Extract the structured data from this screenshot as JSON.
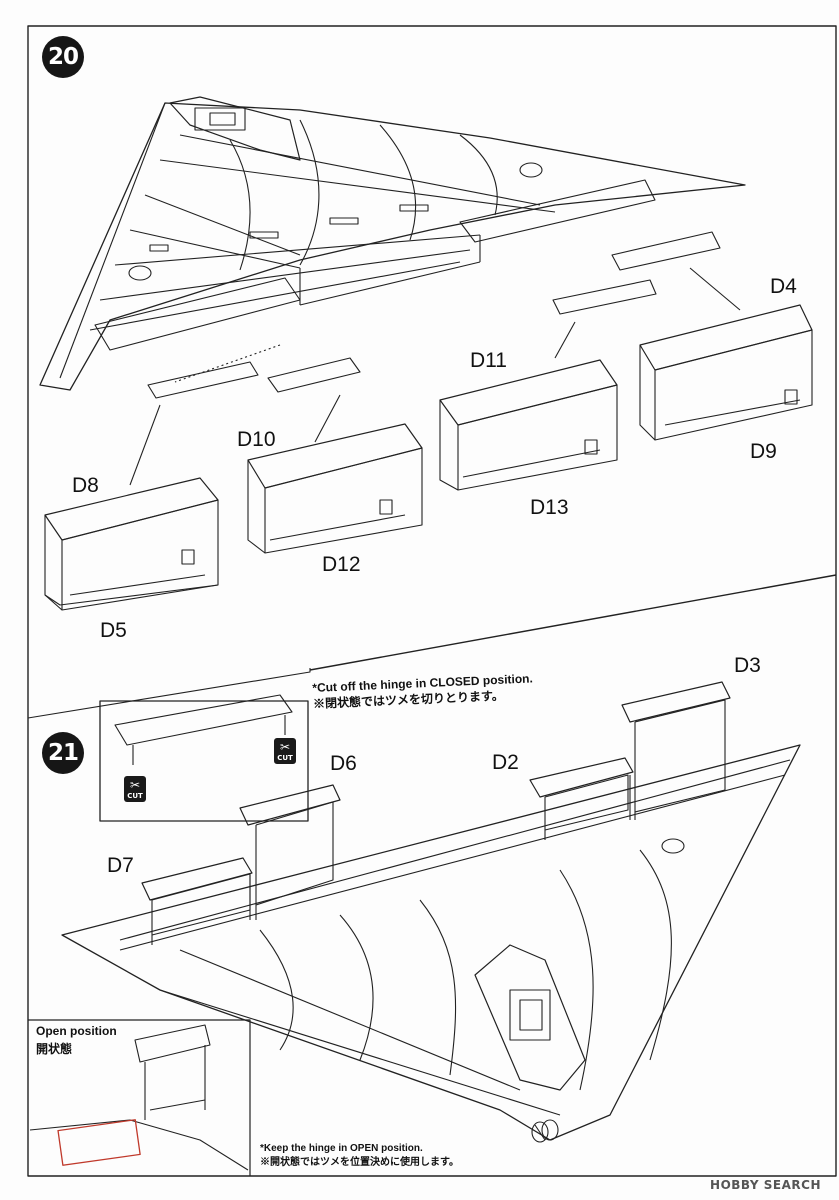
{
  "steps": {
    "step20": "20",
    "step21": "21"
  },
  "parts": {
    "d4": "D4",
    "d9": "D9",
    "d11": "D11",
    "d13": "D13",
    "d10": "D10",
    "d12": "D12",
    "d8": "D8",
    "d5": "D5",
    "d3": "D3",
    "d6": "D6",
    "d2": "D2",
    "d7": "D7"
  },
  "notes": {
    "cut_closed_en": "*Cut off the hinge in CLOSED position.",
    "cut_closed_jp": "※閉状態ではツメを切りとります。",
    "keep_open_en": "*Keep the hinge in OPEN position.",
    "keep_open_jp": "※開状態ではツメを位置決めに使用します。"
  },
  "inset": {
    "title_en": "Open position",
    "title_jp": "開状態"
  },
  "cut_icon": {
    "label": "CUT",
    "icon": "scissors-icon"
  },
  "watermark": "HOBBY SEARCH",
  "colors": {
    "line": "#222222",
    "highlight": "#c0392b"
  }
}
